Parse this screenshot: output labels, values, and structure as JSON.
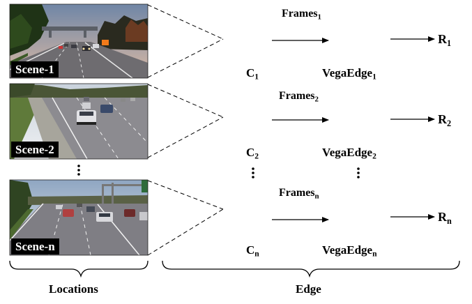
{
  "scenes": [
    {
      "label": "Scene-1"
    },
    {
      "label": "Scene-2"
    },
    {
      "label": "Scene-n"
    }
  ],
  "pipelines": [
    {
      "camera": "C",
      "camera_sub": "1",
      "frames": "Frames",
      "frames_sub": "1",
      "device": "VegaEdge",
      "device_sub": "1",
      "result": "R",
      "result_sub": "1"
    },
    {
      "camera": "C",
      "camera_sub": "2",
      "frames": "Frames",
      "frames_sub": "2",
      "device": "VegaEdge",
      "device_sub": "2",
      "result": "R",
      "result_sub": "2"
    },
    {
      "camera": "C",
      "camera_sub": "n",
      "frames": "Frames",
      "frames_sub": "n",
      "device": "VegaEdge",
      "device_sub": "n",
      "result": "R",
      "result_sub": "n"
    }
  ],
  "groups": {
    "locations": "Locations",
    "edge": "Edge"
  }
}
